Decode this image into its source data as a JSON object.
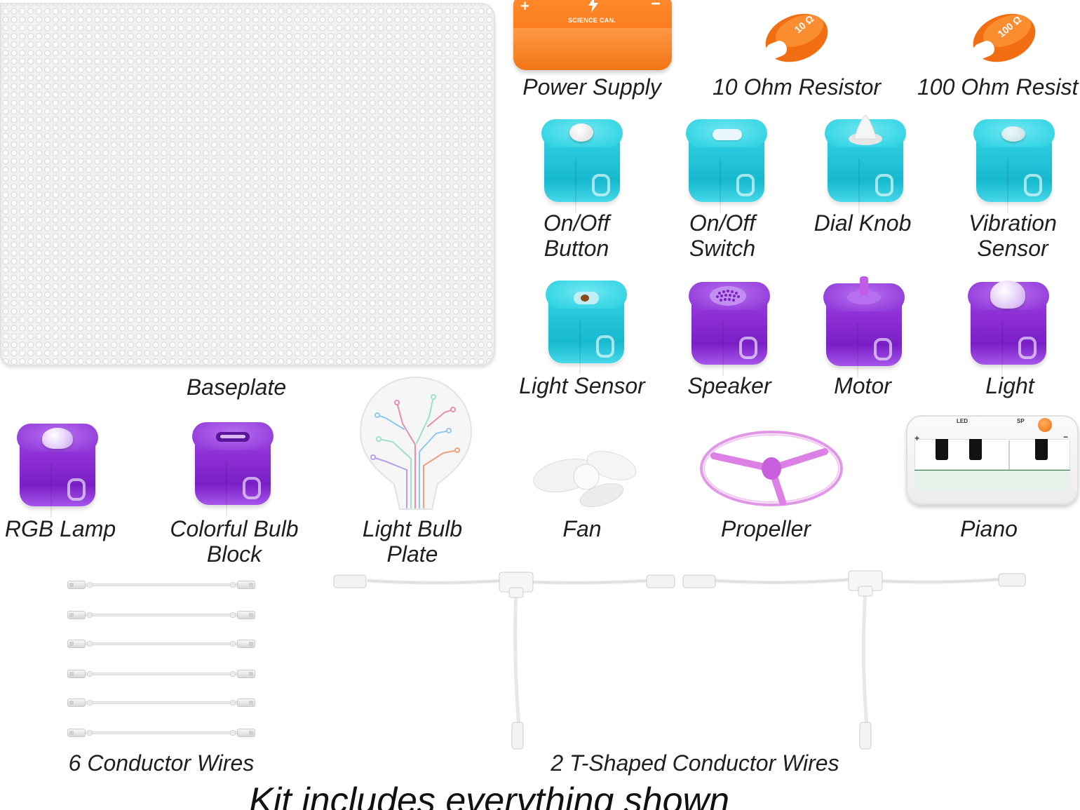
{
  "labels": {
    "power_supply": "Power Supply",
    "resistor_10": "10 Ohm Resistor",
    "resistor_100": "100 Ohm Resist",
    "on_off_button": [
      "On/Off",
      "Button"
    ],
    "on_off_switch": [
      "On/Off",
      "Switch"
    ],
    "dial_knob": "Dial Knob",
    "vibration_sensor": [
      "Vibration",
      "Sensor"
    ],
    "baseplate": "Baseplate",
    "light_sensor": "Light Sensor",
    "speaker": "Speaker",
    "motor": "Motor",
    "light": "Light",
    "rgb_lamp": "RGB Lamp",
    "colorful_bulb_block": [
      "Colorful Bulb",
      "Block"
    ],
    "light_bulb_plate": [
      "Light Bulb",
      "Plate"
    ],
    "fan": "Fan",
    "propeller": "Propeller",
    "piano": "Piano",
    "conductor_wires": "6 Conductor Wires",
    "t_wires": "2 T-Shaped Conductor Wires"
  },
  "product_markings": {
    "power_supply_brand": "SCIENCE CAN.",
    "resistor_10": "10 Ω",
    "resistor_100": "100 Ω",
    "piano_led": "LED",
    "piano_sp": "SP"
  },
  "footer": "Kit includes everything shown",
  "colors": {
    "orange": "#f56d12",
    "teal": "#25cfe0",
    "purple": "#8a2fd6",
    "wire": "#ececec"
  }
}
